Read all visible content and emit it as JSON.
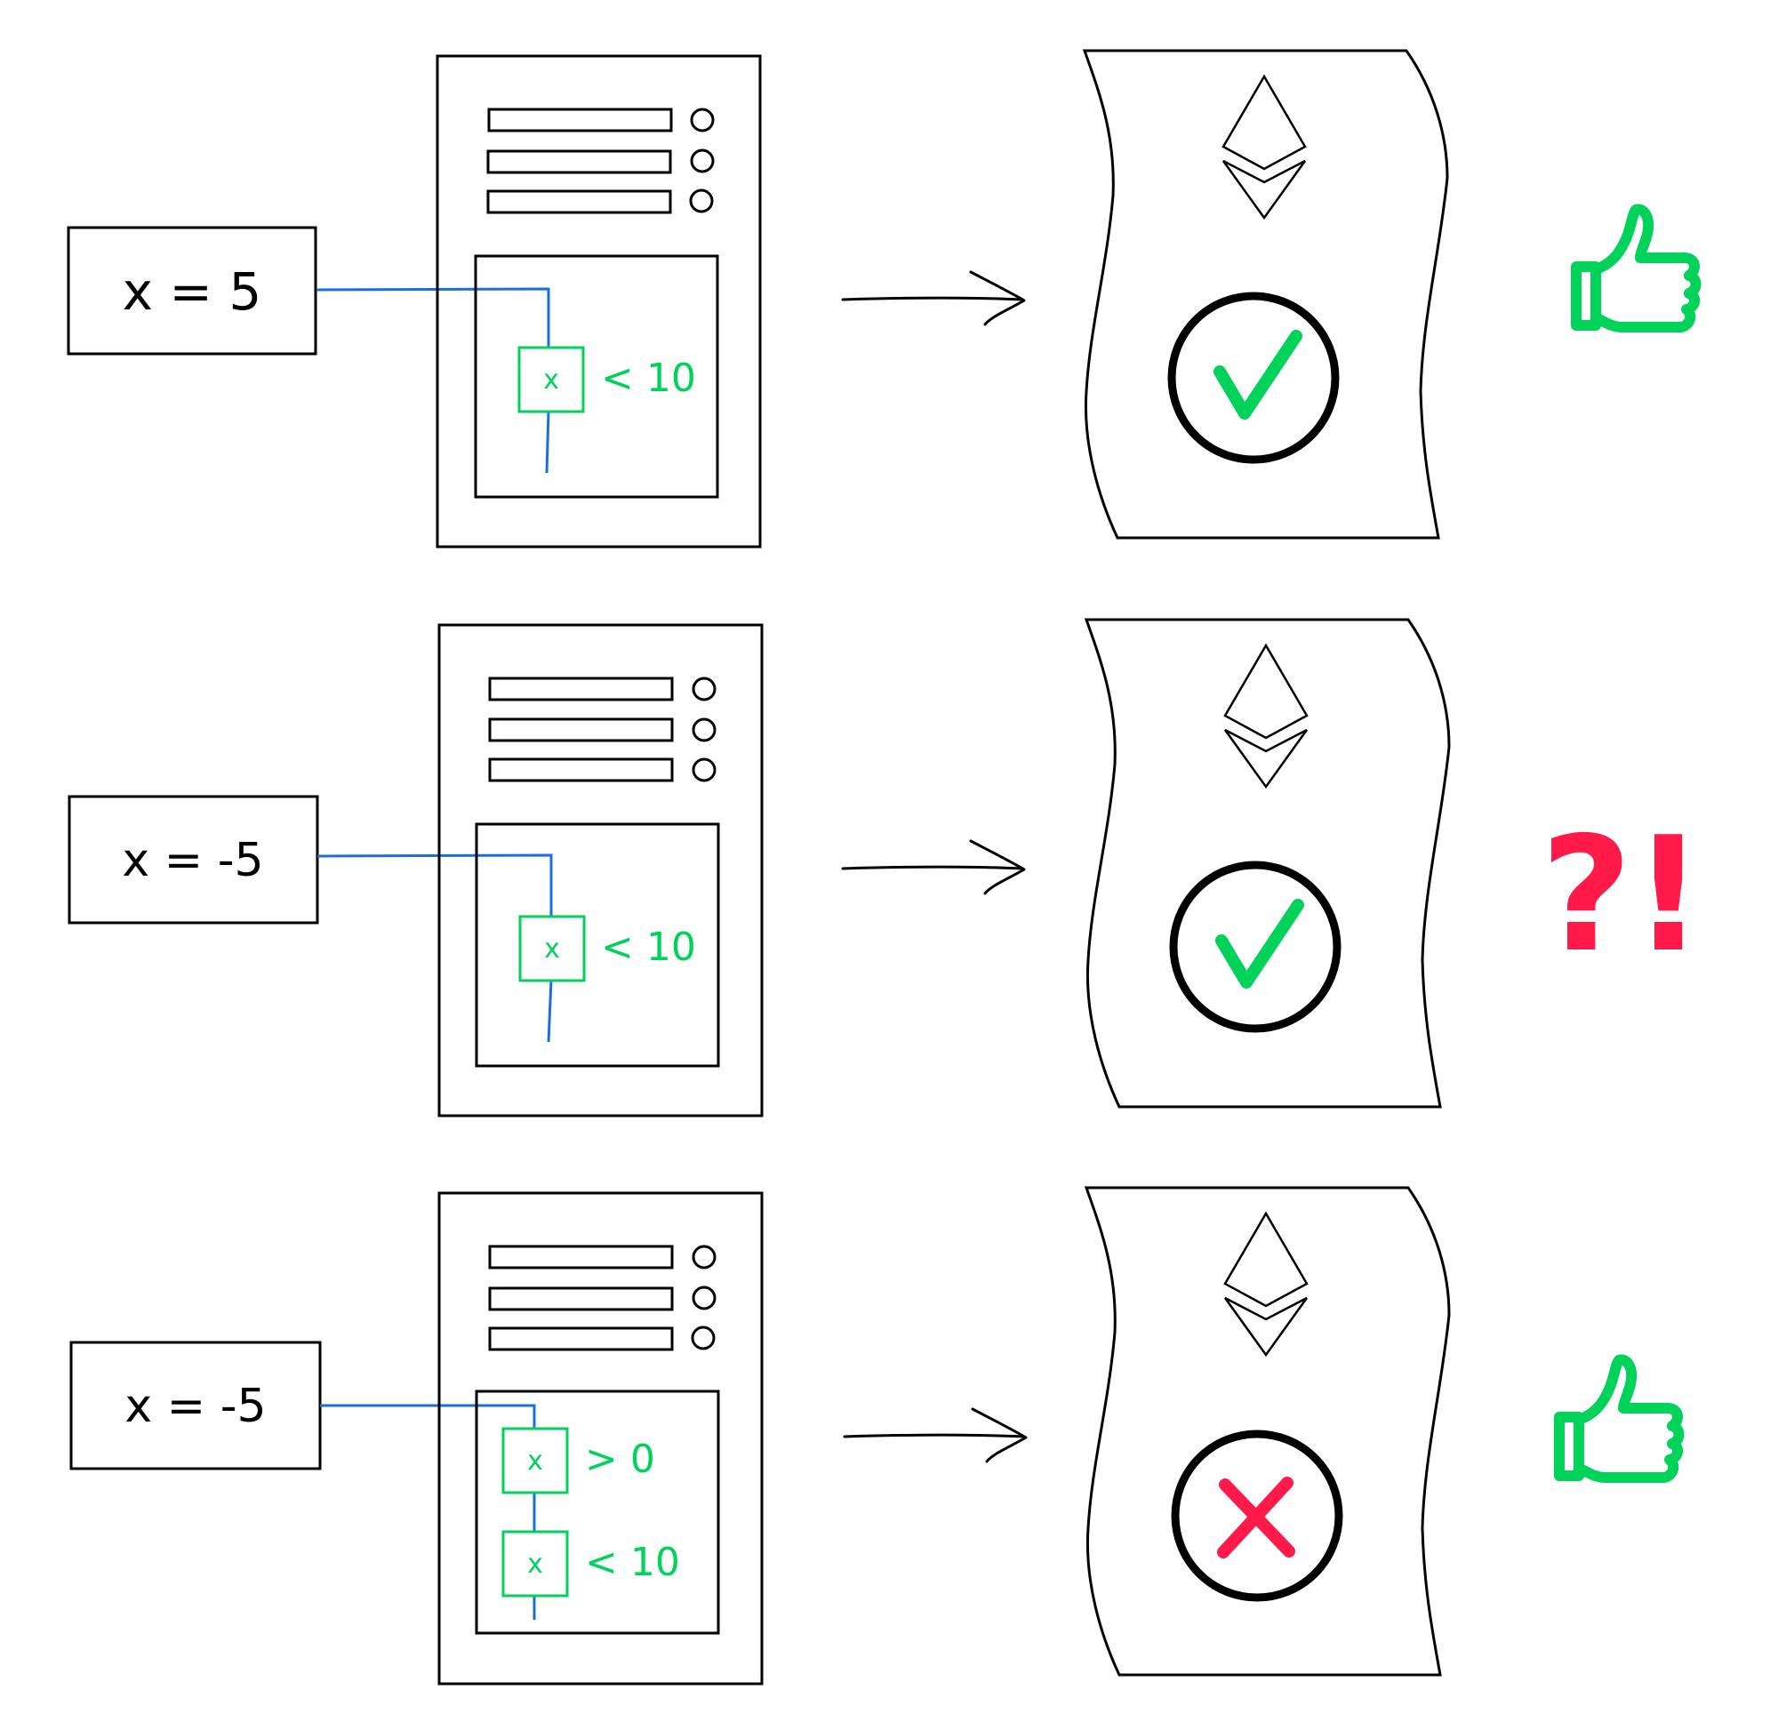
{
  "colors": {
    "ink": "#000000",
    "wire": "#1a6fe0",
    "check_green": "#00d25a",
    "alert_red": "#ff1a4a"
  },
  "rows": [
    {
      "input_label": "x = 5",
      "checks": [
        {
          "var_label": "x",
          "condition": "< 10"
        }
      ],
      "result_icon": "check-mark-icon",
      "verdict_icon": "thumbs-up-icon",
      "verdict_text": ""
    },
    {
      "input_label": "x = -5",
      "checks": [
        {
          "var_label": "x",
          "condition": "< 10"
        }
      ],
      "result_icon": "check-mark-icon",
      "verdict_icon": "",
      "verdict_text": "?!"
    },
    {
      "input_label": "x = -5",
      "checks": [
        {
          "var_label": "x",
          "condition": "> 0"
        },
        {
          "var_label": "x",
          "condition": "< 10"
        }
      ],
      "result_icon": "cross-mark-icon",
      "verdict_icon": "thumbs-up-icon",
      "verdict_text": ""
    }
  ]
}
